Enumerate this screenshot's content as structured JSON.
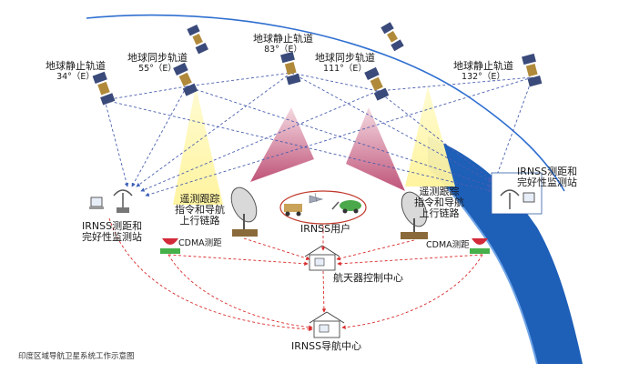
{
  "colors": {
    "earth_blue": "#1e5fb8",
    "arc_line": "#2f6fd0",
    "dashed_link": "#4a5fb0",
    "ground_link": "#d92a2a",
    "beam_yellow": "#fff7b0",
    "beam_magenta": "#c85078",
    "user_ellipse": "#c0392b"
  },
  "orbits": {
    "geo_34": {
      "name": "地球静止轨道",
      "longitude": "34°（E）"
    },
    "gso_55": {
      "name": "地球同步轨道",
      "longitude": "55°（E）"
    },
    "geo_83": {
      "name": "地球静止轨道",
      "longitude": "83°（E）"
    },
    "gso_111": {
      "name": "地球同步轨道",
      "longitude": "111°（E）"
    },
    "geo_132": {
      "name": "地球静止轨道",
      "longitude": "132°（E）"
    }
  },
  "ground": {
    "left_station": {
      "line1": "IRNSS测距和",
      "line2": "完好性监测站"
    },
    "right_station": {
      "line1": "IRNSS测距和",
      "line2": "完好性监测站"
    },
    "uplink_left": {
      "line1": "遥测跟踪",
      "line2": "指令和导航",
      "line3": "上行链路"
    },
    "uplink_right": {
      "line1": "遥测跟踪",
      "line2": "指令和导航",
      "line3": "上行链路"
    },
    "cdma_left": "CDMA测距",
    "cdma_right": "CDMA测距",
    "users": "IRNSS用户",
    "control_center": "航天器控制中心",
    "nav_center": "IRNSS导航中心"
  },
  "caption": "印度区域导航卫星系统工作示意图"
}
